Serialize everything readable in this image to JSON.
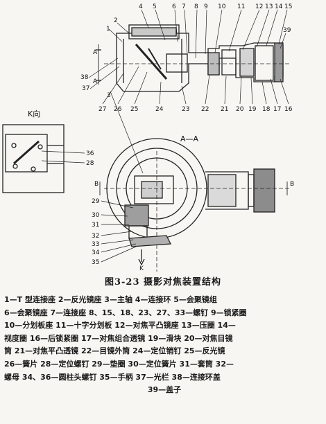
{
  "figure": {
    "view_k_title": "K向",
    "section_title": "A—A",
    "caption": "图3-23   摄影对焦装置结构"
  },
  "labels": {
    "n1": "1",
    "n2": "2",
    "n3": "3",
    "n4": "4",
    "n5": "5",
    "n6": "6",
    "n7": "7",
    "n8": "8",
    "n9": "9",
    "n10": "10",
    "n11": "11",
    "n12": "12",
    "n13": "13",
    "n14": "14",
    "n15": "15",
    "n16": "16",
    "n17": "17",
    "n18": "18",
    "n19": "19",
    "n20": "20",
    "n21": "21",
    "n22": "22",
    "n23": "23",
    "n24": "24",
    "n25": "25",
    "n26": "26",
    "n27": "27",
    "n28": "28",
    "n29": "29",
    "n30": "30",
    "n31": "31",
    "n32": "32",
    "n33": "33",
    "n34": "34",
    "n35": "35",
    "n36": "36",
    "n37": "37",
    "n38": "38",
    "n39": "39",
    "a_left": "A",
    "a_right": "A",
    "b_left": "B",
    "b_right": "B",
    "k_arrow": "K"
  },
  "legend": {
    "line1": "1—T 型连接座   2—反光镜座   3—主轴   4—连接环   5—会聚镜组",
    "line2": "6—会聚镜座   7—连接座   8、15、18、23、27、33—螺钉   9—锁紧圈",
    "line3": "10—分划板座   11—十字分划板   12—对焦平凸镜座   13—压圈   14—",
    "line4": "视度圈   16—后锁紧圈   17—对焦组合透镜   19—滑块   20—对焦目镜",
    "line5": "筒   21—对焦平凸透镜   22—目镜外筒   24—定位销钉   25—反光镜",
    "line6": "26—簧片   28—定位螺钉   29—垫圈   30—定位簧片   31—套筒   32—",
    "line7": "螺母   34、36—圆柱头螺钉   35—手柄   37—光栏   38—连接环盖",
    "line8": "39—盖子"
  }
}
